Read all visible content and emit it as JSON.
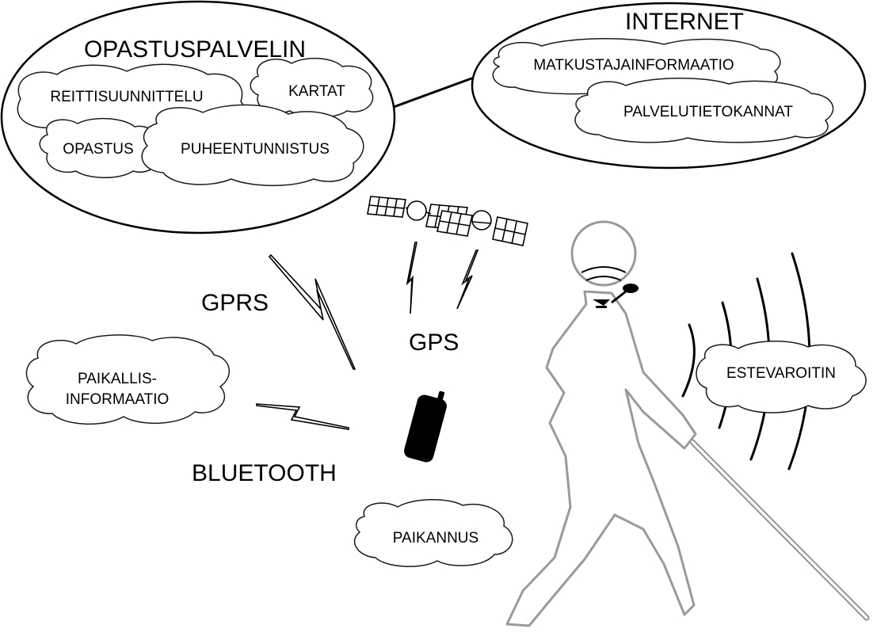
{
  "server": {
    "title": "OPASTUSPALVELIN",
    "services": [
      "REITTISUUNNITTELU",
      "KARTAT",
      "OPASTUS",
      "PUHEENTUNNISTUS"
    ]
  },
  "internet": {
    "title": "INTERNET",
    "services": [
      "MATKUSTAJAINFORMAATIO",
      "PALVELUTIETOKANNAT"
    ]
  },
  "links": {
    "gprs": "GPRS",
    "gps": "GPS",
    "bluetooth": "BLUETOOTH"
  },
  "local_info": {
    "line1": "PAIKALLIS-",
    "line2": "INFORMAATIO"
  },
  "positioning": "PAIKANNUS",
  "obstacle_warner": "ESTEVAROITIN"
}
